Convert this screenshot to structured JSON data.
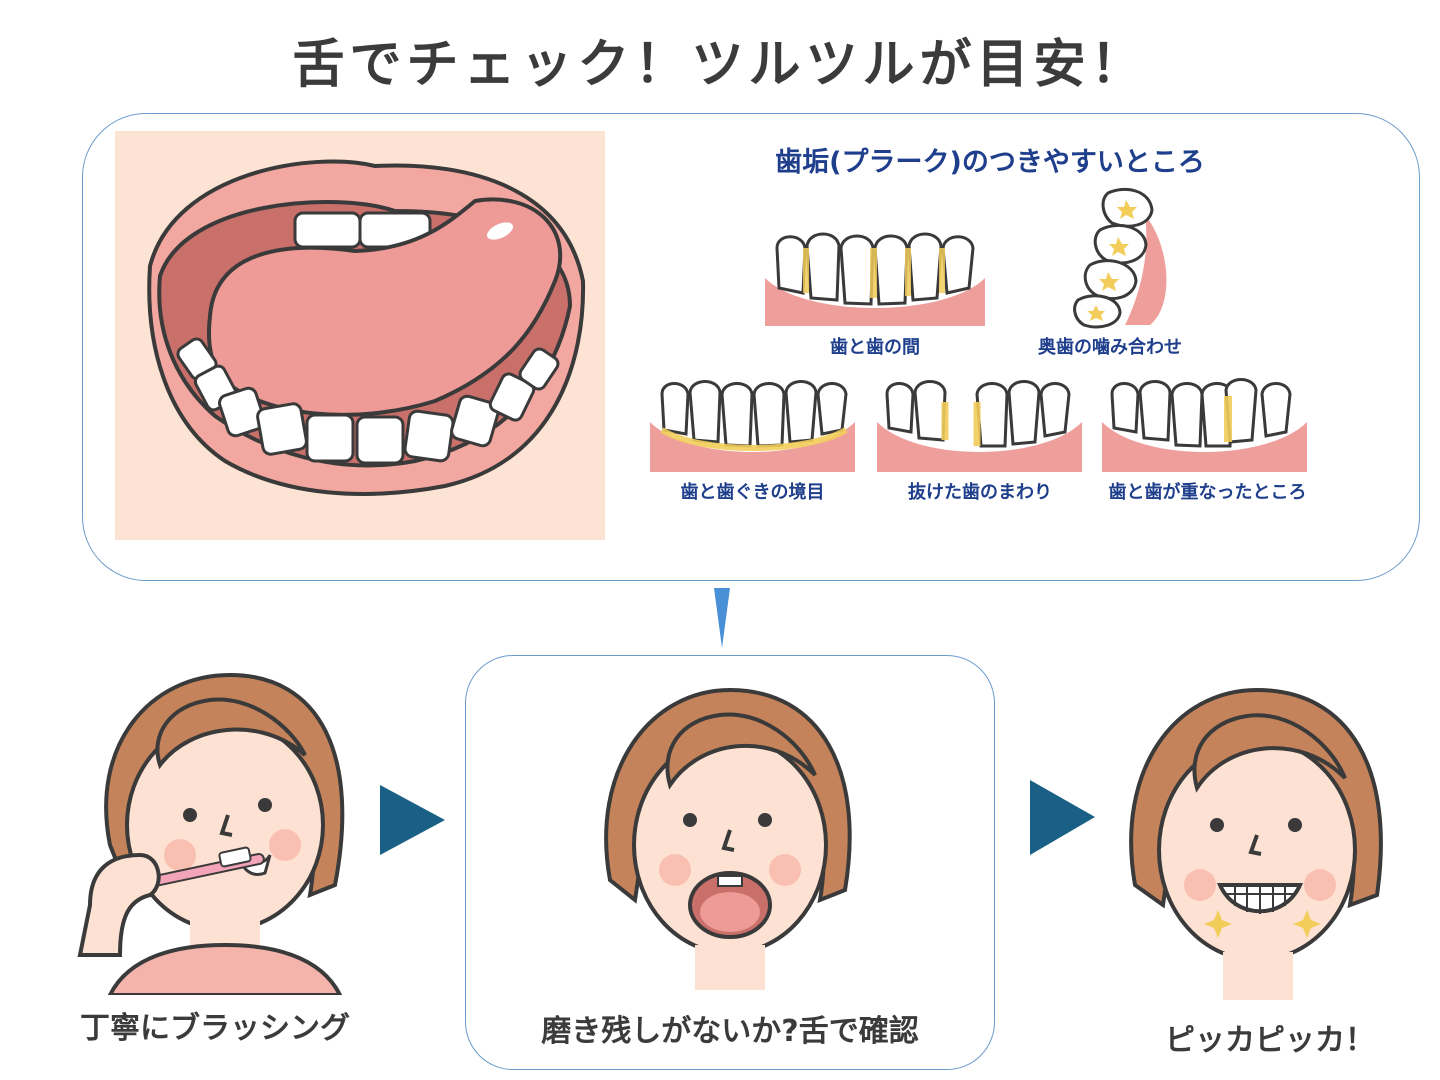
{
  "title": "舌でチェック！ツルツルが目安！",
  "plaque": {
    "title": "歯垢(プラーク)のつきやすいところ",
    "zones": [
      {
        "label": "歯と歯の間"
      },
      {
        "label": "奥歯の噛み合わせ"
      },
      {
        "label": "歯と歯ぐきの境目"
      },
      {
        "label": "抜けた歯のまわり"
      },
      {
        "label": "歯と歯が重なったところ"
      }
    ]
  },
  "steps": [
    {
      "label": "丁寧にブラッシング"
    },
    {
      "label": "磨き残しがないか?舌で確認"
    },
    {
      "label": "ピッカピッカ！"
    }
  ],
  "colors": {
    "panel_border": "#6a9ccc",
    "heading_blue": "#1f3f8c",
    "arrow": "#1a5f85",
    "hair": "#c4835a",
    "skin": "#fde2d4",
    "gum": "#ef9f9b",
    "plaque_yellow": "#f2cd5a"
  },
  "icons": [
    "mouth-illustration",
    "tooth-gum-icon",
    "molar-icon",
    "sparkle-icon",
    "toothbrush-icon",
    "arrow-right-icon"
  ]
}
